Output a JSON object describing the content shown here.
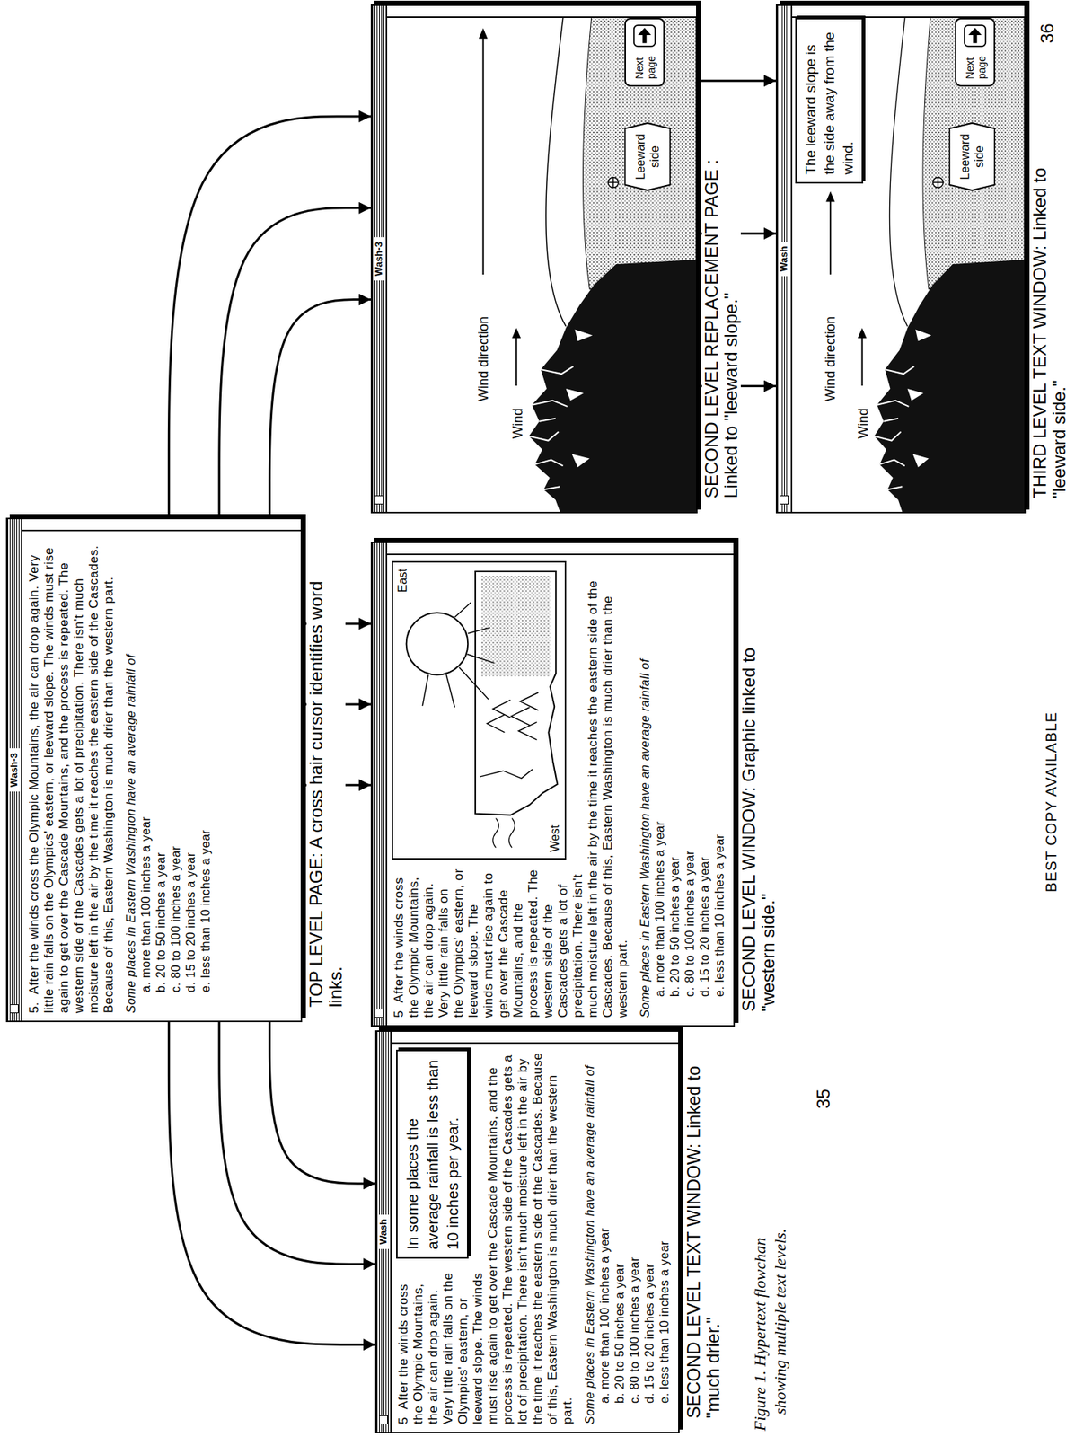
{
  "diagram": {
    "caption": "Figure 1. Hypertext flowchan showing multiple text levels.",
    "nodes": [
      {
        "text": [
          "Wash-3",
          "5.",
          "After the winds cross the Olympic Mountains, the air can drop again. Very little rain falls on the Olympics' eastern, or leeward slope. The winds must rise again to get over the Cascade Mountains, and the process is repeated. The western side of the Cascades gets a lot of precipitation. There isn't much moisture left in the air by the time it reaches the eastern side of the Cascades. Because of this, Eastern Washington is much drier than the western part.",
          "Some places in Eastern Washington have an average rainfall of",
          "a. more than 100 inches a year",
          "b. 20 to 50 inches a year",
          "c. 80 to 100 inches a year",
          "d. 15 to 20 inches a year",
          "e. less than 10 inches a year",
          "TOP LEVEL PAGE: A cross hair cursor identifies word links."
        ]
      },
      {
        "text": [
          "Wash",
          "5",
          "After the winds cross the Olympic Mountains, the air can drop again. Very little rain falls on the Olympics' eastern, or leeward slope. The winds must rise again to get over the Cascade Mountains, and the process is repeated. The western side of the Cascades gets a lot of precipitation. There isn't much moisture left in the air by the time it reaches the eastern side of the Cascades. Because of this, Eastern Washington is much drier than the western part.",
          "Some places in Eastern Washington have an average rainfall of",
          "a. more than 100 inches a year",
          "b. 20 to 50 inches a year",
          "c. 80 to 100 inches a year",
          "d. 15 to 20 inches a year",
          "e. less than 10 inches a year",
          "SECOND LEVEL TEXT WINDOW: Linked to \"much drier.\""
        ]
      },
      {
        "text": [
          "In some places the average rainfall is less than 10 inches per year."
        ],
        "in": 1
      },
      {
        "text": [
          "5",
          "After the winds cross the Olympic Mountains, the air can drop again. Very little rain falls on the Olympics' eastern, or leeward slope. The winds must rise again to get over the Cascade Mountains, and the process is repeated. The western side of the Cascades gets a lot of precipitation. There isn't much moisture left in the air by the time it reaches the eastern side of the Cascades. Because of this, Eastern Washington is much drier than the western part.",
          "Some places in Eastern Washington have an average rainfall of",
          "a. more than 100 inches a year",
          "b. 20 to 50 inches a year",
          "c. 80 to 100 inches a year",
          "d. 15 to 20 inches a year",
          "e. less than 10 inches a year",
          "SECOND LEVEL WINDOW: Graphic linked to \"western side.\""
        ]
      },
      {
        "text": [
          "West",
          "East"
        ],
        "in": 3
      },
      {
        "text": [
          "Wash-3",
          "Wind direction",
          "Wind",
          "SECOND LEVEL REPLACEMENT PAGE : Linked to \"leeward slope.\""
        ]
      },
      {
        "text": [
          "Leeward side"
        ],
        "in": 5
      },
      {
        "text": [
          "Next page"
        ],
        "in": 5
      },
      {
        "text": [
          "Wash",
          "Wind direction",
          "Wind",
          "THIRD LEVEL TEXT WINDOW: Linked to \"leeward side.\""
        ]
      },
      {
        "text": [
          "The leeward slope is the side away from the wind."
        ],
        "in": 8
      },
      {
        "text": [
          "Leeward side"
        ],
        "in": 8
      },
      {
        "text": [
          "Next page"
        ],
        "in": 8
      }
    ],
    "edges": [
      {
        "from": 0,
        "to": 1,
        "arrow": "to"
      },
      {
        "from": 0,
        "to": 1,
        "arrow": "to"
      },
      {
        "from": 0,
        "to": 1,
        "arrow": "to"
      },
      {
        "from": 0,
        "to": 3,
        "arrow": "to"
      },
      {
        "from": 0,
        "to": 3,
        "arrow": "to"
      },
      {
        "from": 0,
        "to": 3,
        "arrow": "to"
      },
      {
        "from": 0,
        "to": 5,
        "arrow": "to"
      },
      {
        "from": 0,
        "to": 5,
        "arrow": "to"
      },
      {
        "from": 0,
        "to": 5,
        "arrow": "to"
      },
      {
        "from": 5,
        "to": 8,
        "arrow": "to"
      },
      {
        "from": 5,
        "to": 8,
        "arrow": "to"
      },
      {
        "from": 5,
        "to": 8,
        "arrow": "to"
      }
    ],
    "labels": [
      "35",
      "BEST COPY AVAILABLE",
      "36"
    ]
  }
}
